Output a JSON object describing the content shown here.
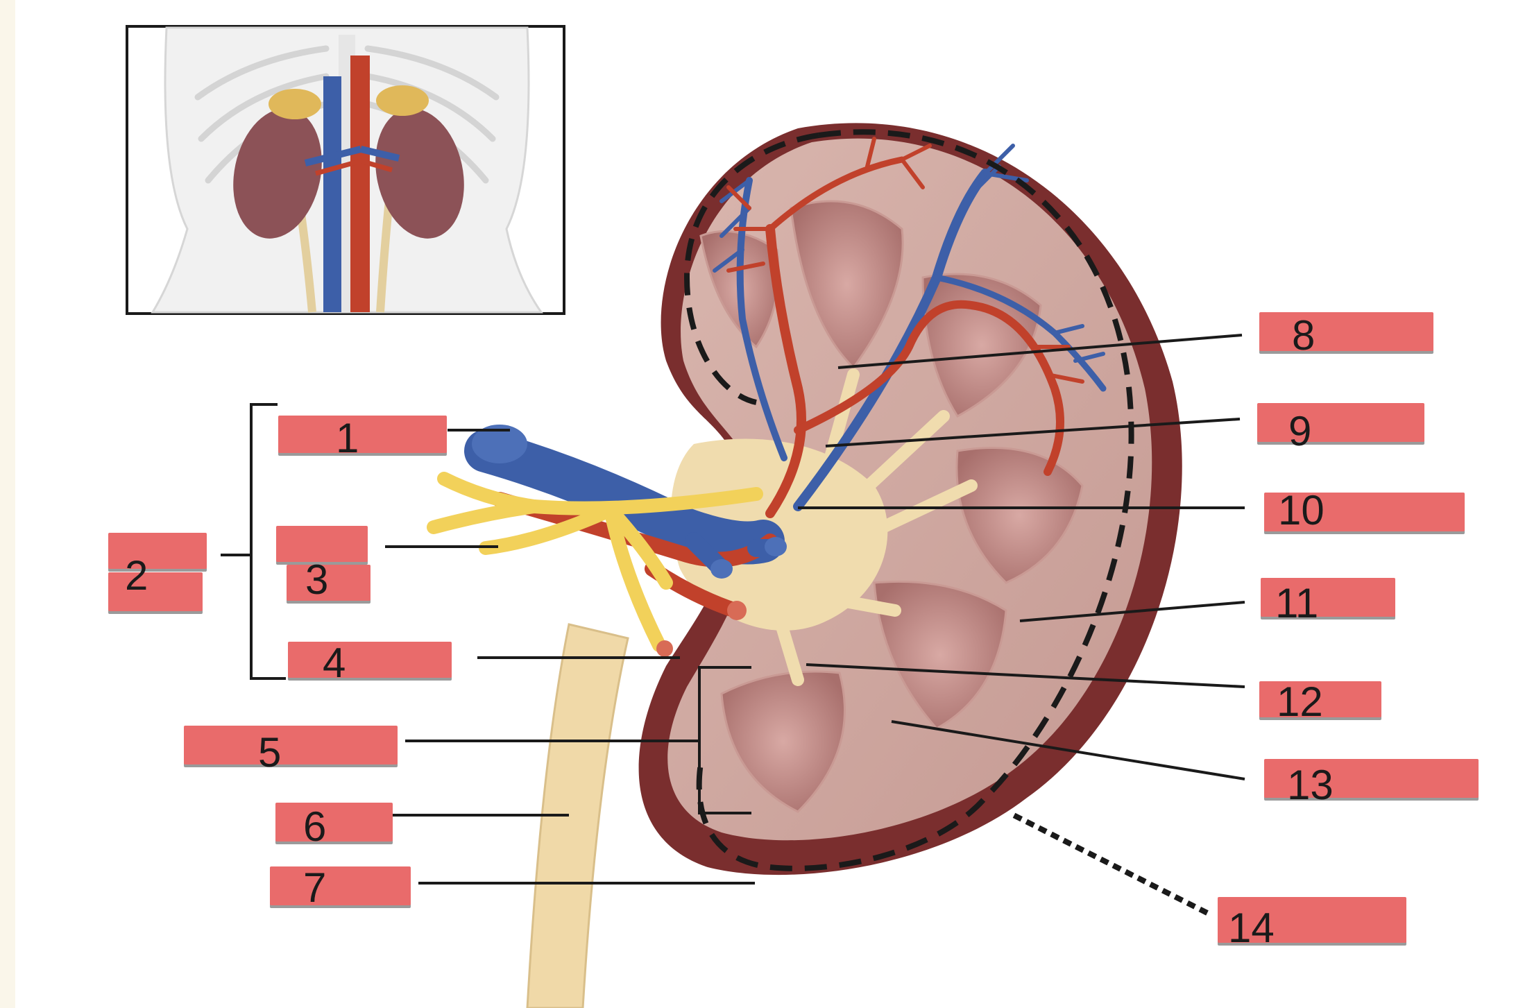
{
  "labels": {
    "l1": "1",
    "l2": "2",
    "l3": "3",
    "l4": "4",
    "l5": "5",
    "l6": "6",
    "l7": "7",
    "l8": "8",
    "l9": "9",
    "l10": "10",
    "l11": "11",
    "l12": "12",
    "l13": "13",
    "l14": "14"
  },
  "colors": {
    "label_fill": "#e96b6b",
    "vein": "#3d5fa8",
    "artery": "#c1412b",
    "ureter": "#f0d9a8",
    "nerve": "#f2d15a",
    "capsule": "#7a2e2e"
  },
  "icons": [
    "body-inset-illustration",
    "kidney-cross-section-illustration"
  ]
}
